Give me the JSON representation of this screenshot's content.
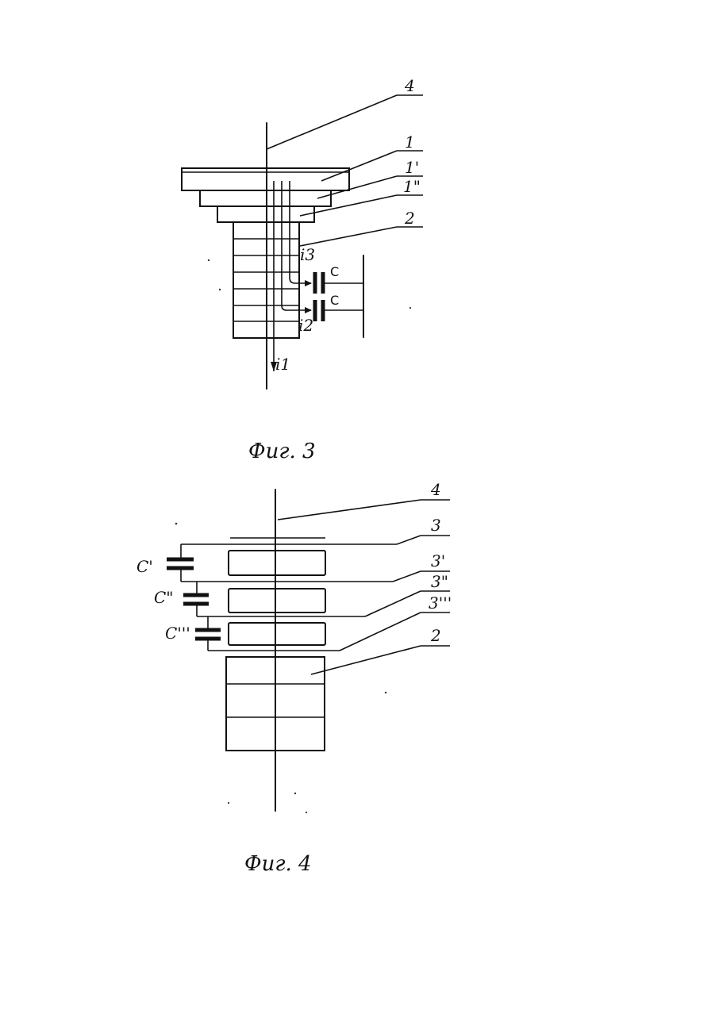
{
  "fig3": {
    "caption": "Фиг. 3",
    "labels": {
      "axis": "4",
      "l1": "1",
      "l1p": "1'",
      "l1pp": "1\"",
      "l2": "2",
      "i3": "i3",
      "i2": "i2",
      "i1": "i1",
      "c_top": "C",
      "c_bottom": "C"
    }
  },
  "fig4": {
    "caption": "Фиг. 4",
    "labels": {
      "axis": "4",
      "l3": "3",
      "l3p": "3'",
      "l3pp": "3\"",
      "l3ppp": "3'''",
      "l2": "2",
      "cp": "C'",
      "cpp": "C\"",
      "cppp": "C'''"
    }
  }
}
